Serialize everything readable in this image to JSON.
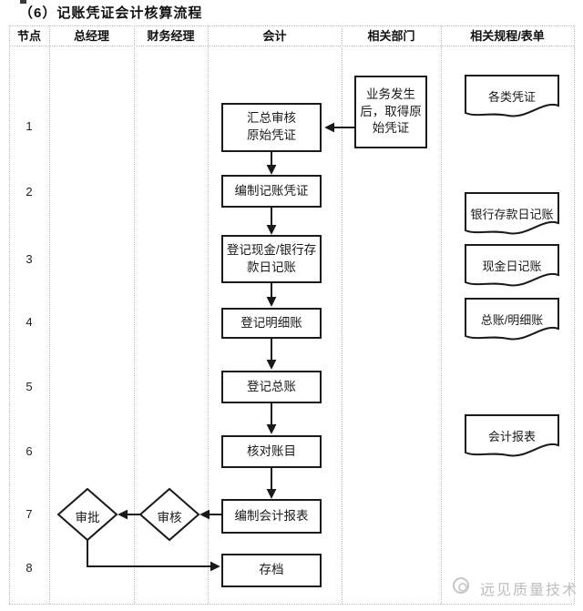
{
  "title": "（6）记账凭证会计核算流程",
  "header": {
    "columns": [
      "节点",
      "总经理",
      "财务经理",
      "会计",
      "相关部门",
      "相关规程/表单"
    ]
  },
  "nodes": [
    "1",
    "2",
    "3",
    "4",
    "5",
    "6",
    "7",
    "8"
  ],
  "flow": {
    "trigger_box": "业务发生后，取得原始凭证",
    "steps": [
      "汇总审核原始凭证",
      "编制记账凭证",
      "登记现金/银行存款日记账",
      "登记明细账",
      "登记总账",
      "核对账目",
      "编制会计报表",
      "存档"
    ],
    "review_diamond": "审核",
    "approve_diamond": "审批"
  },
  "documents": [
    "各类凭证",
    "银行存款日记账",
    "现金日记账",
    "总账/明细账",
    "会计报表"
  ],
  "watermark": {
    "text": "远见质量技术"
  },
  "colors": {
    "shape_line": "#1a1a1a",
    "grid_line": "#bdbdbd",
    "watermark": "#bdbdbd"
  }
}
